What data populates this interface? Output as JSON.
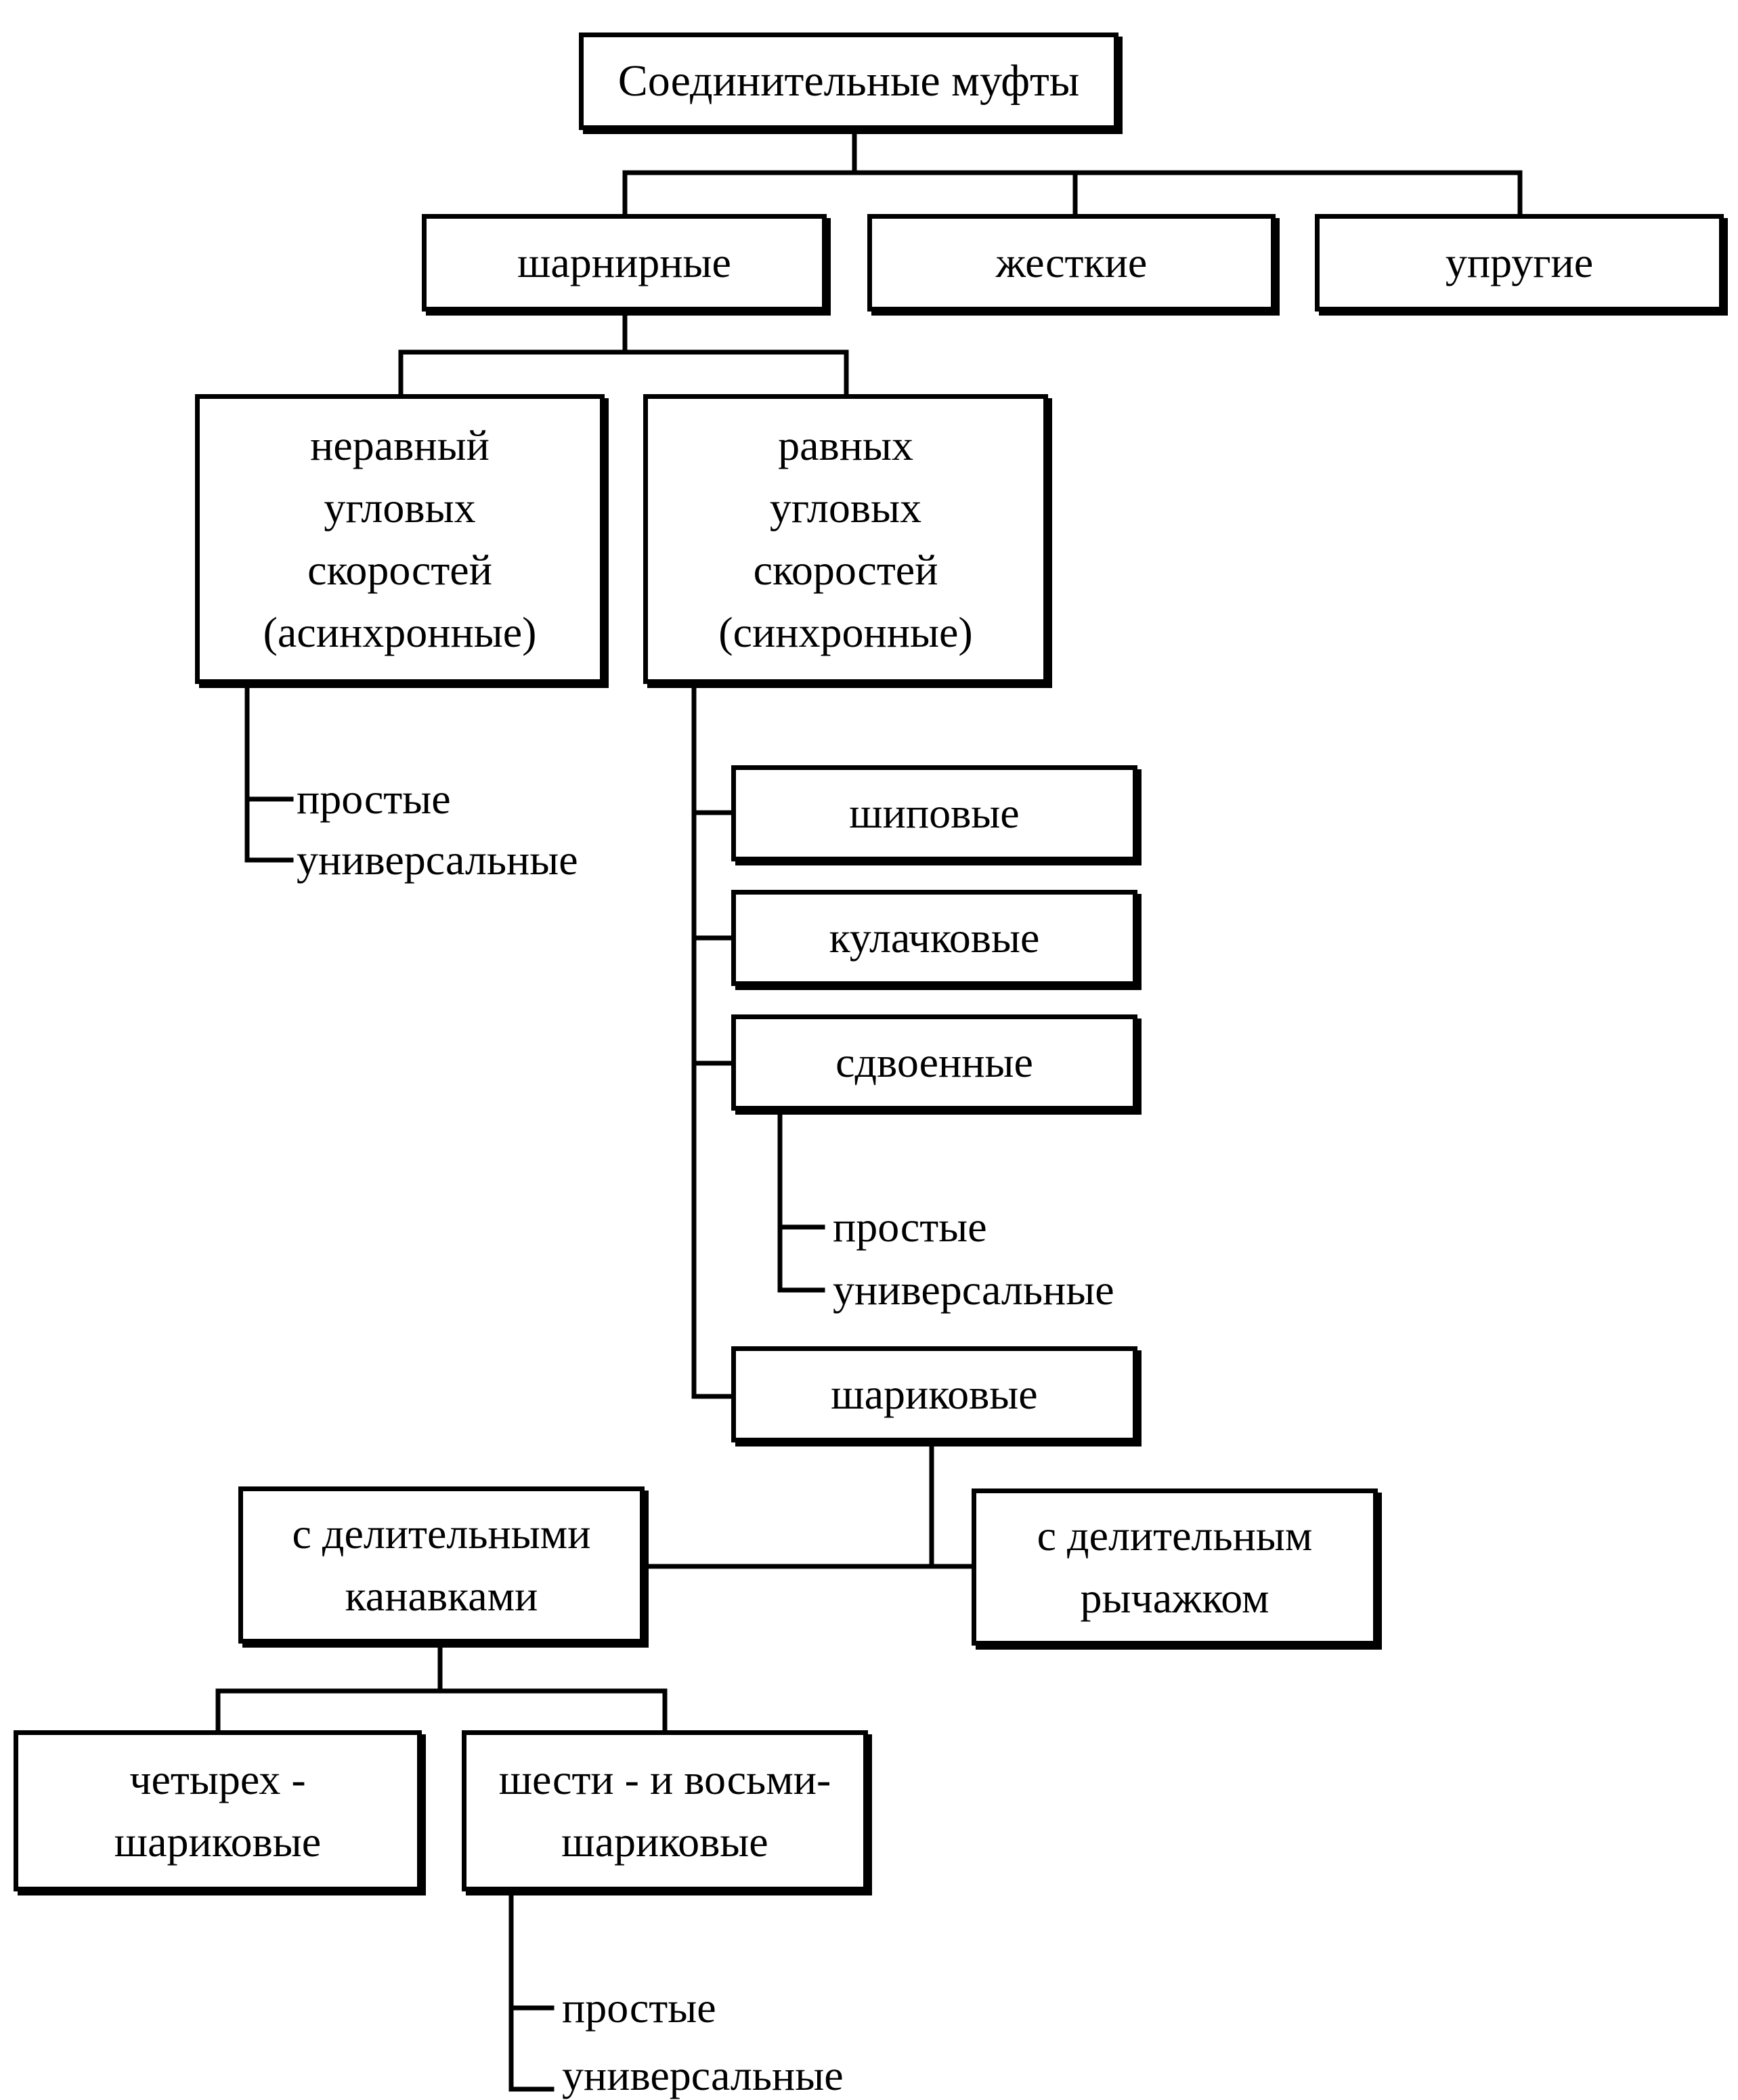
{
  "diagram": {
    "root": "Соединительные муфты",
    "types": {
      "hinged": "шарнирные",
      "rigid": "жесткие",
      "elastic": "упругие"
    },
    "hinged": {
      "asynchronous": "неравный\nугловых\nскоростей\n(асинхронные)",
      "synchronous": "равных\nугловых\nскоростей\n(синхронные)"
    },
    "asynchronous_sub": {
      "simple": "простые",
      "universal": "универсальные"
    },
    "synchronous_types": {
      "pin": "шиповые",
      "cam": "кулачковые",
      "double": "сдвоенные",
      "ball": "шариковые"
    },
    "double_sub": {
      "simple": "простые",
      "universal": "универсальные"
    },
    "ball_types": {
      "grooves": "с делительными\nканавками",
      "lever": "с делительным\nрычажком"
    },
    "grooves_types": {
      "four_ball": "четырех -\nшариковые",
      "six_eight_ball": "шести - и восьми-\nшариковые"
    },
    "six_eight_sub": {
      "simple": "простые",
      "universal": "универсальные"
    }
  }
}
